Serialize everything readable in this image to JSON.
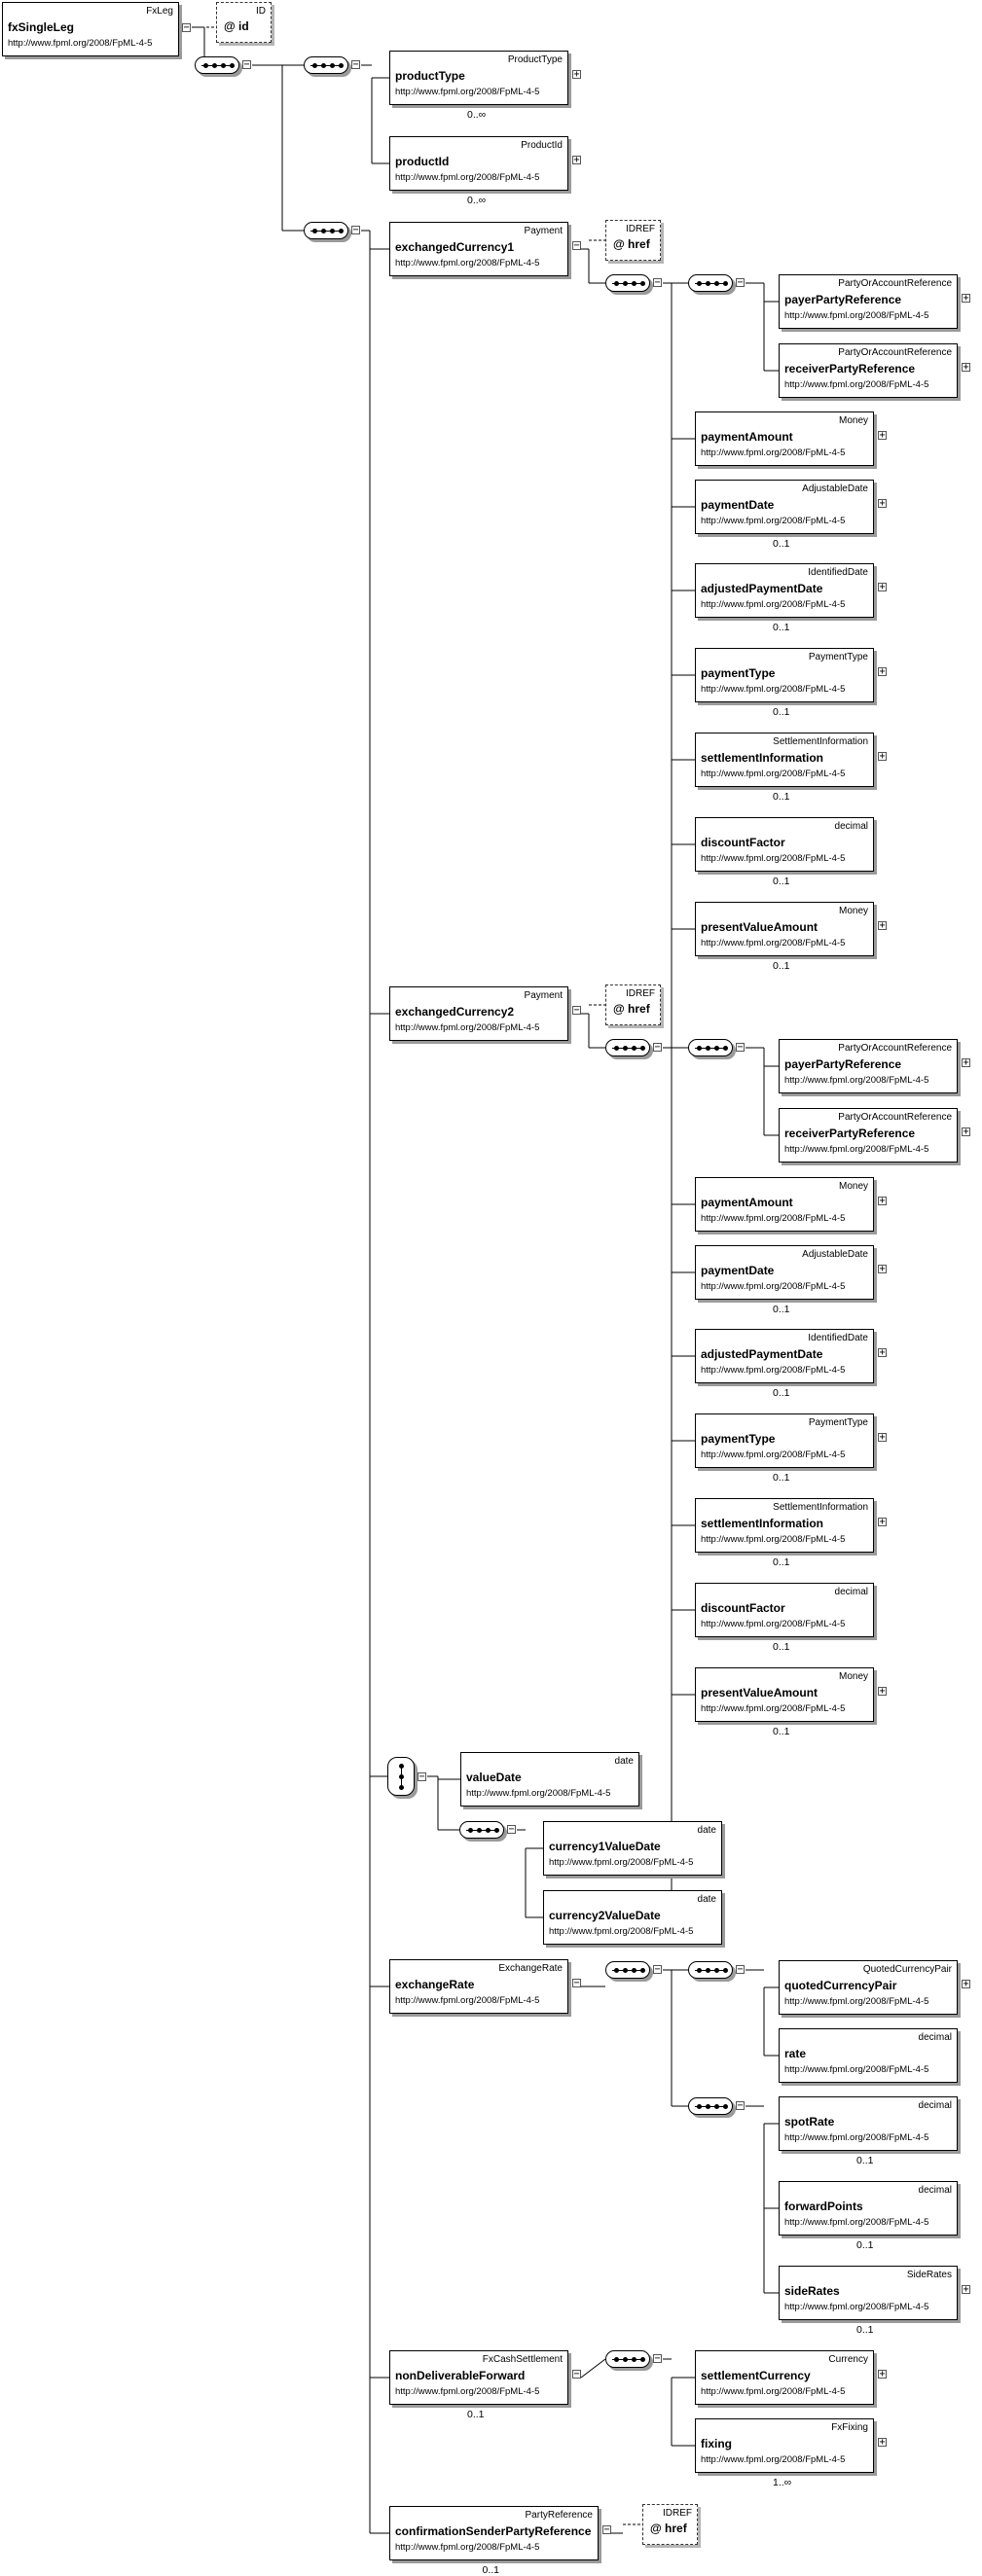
{
  "ns": "http://www.fpml.org/2008/FpML-4-5",
  "root": {
    "type": "FxLeg",
    "name": "fxSingleLeg"
  },
  "root_attr": {
    "type": "ID",
    "name": "id"
  },
  "icons": {
    "attribute": "at-sign-icon",
    "expand": "plus-box-icon",
    "collapse": "minus-box-icon",
    "sequence": "sequence-compositor-icon",
    "choice": "choice-compositor-icon"
  },
  "elements": [
    {
      "id": "productType",
      "type": "ProductType",
      "name": "productType",
      "card": "0..∞",
      "exp": true
    },
    {
      "id": "productId",
      "type": "ProductId",
      "name": "productId",
      "card": "0..∞",
      "exp": true
    },
    {
      "id": "ex1",
      "type": "Payment",
      "name": "exchangedCurrency1",
      "card": "",
      "exp": false
    },
    {
      "id": "payer1",
      "type": "PartyOrAccountReference",
      "name": "payerPartyReference",
      "card": "",
      "exp": true
    },
    {
      "id": "recv1",
      "type": "PartyOrAccountReference",
      "name": "receiverPartyReference",
      "card": "",
      "exp": true
    },
    {
      "id": "pa1",
      "type": "Money",
      "name": "paymentAmount",
      "card": "",
      "exp": true
    },
    {
      "id": "pd1",
      "type": "AdjustableDate",
      "name": "paymentDate",
      "card": "0..1",
      "exp": true
    },
    {
      "id": "apd1",
      "type": "IdentifiedDate",
      "name": "adjustedPaymentDate",
      "card": "0..1",
      "exp": true
    },
    {
      "id": "pt1",
      "type": "PaymentType",
      "name": "paymentType",
      "card": "0..1",
      "exp": true
    },
    {
      "id": "si1",
      "type": "SettlementInformation",
      "name": "settlementInformation",
      "card": "0..1",
      "exp": true
    },
    {
      "id": "df1",
      "type": "decimal",
      "name": "discountFactor",
      "card": "0..1",
      "exp": false
    },
    {
      "id": "pva1",
      "type": "Money",
      "name": "presentValueAmount",
      "card": "0..1",
      "exp": true
    },
    {
      "id": "ex2",
      "type": "Payment",
      "name": "exchangedCurrency2",
      "card": "",
      "exp": false
    },
    {
      "id": "payer2",
      "type": "PartyOrAccountReference",
      "name": "payerPartyReference",
      "card": "",
      "exp": true
    },
    {
      "id": "recv2",
      "type": "PartyOrAccountReference",
      "name": "receiverPartyReference",
      "card": "",
      "exp": true
    },
    {
      "id": "pa2",
      "type": "Money",
      "name": "paymentAmount",
      "card": "",
      "exp": true
    },
    {
      "id": "pd2",
      "type": "AdjustableDate",
      "name": "paymentDate",
      "card": "0..1",
      "exp": true
    },
    {
      "id": "apd2",
      "type": "IdentifiedDate",
      "name": "adjustedPaymentDate",
      "card": "0..1",
      "exp": true
    },
    {
      "id": "pt2",
      "type": "PaymentType",
      "name": "paymentType",
      "card": "0..1",
      "exp": true
    },
    {
      "id": "si2",
      "type": "SettlementInformation",
      "name": "settlementInformation",
      "card": "0..1",
      "exp": true
    },
    {
      "id": "df2",
      "type": "decimal",
      "name": "discountFactor",
      "card": "0..1",
      "exp": false
    },
    {
      "id": "pva2",
      "type": "Money",
      "name": "presentValueAmount",
      "card": "0..1",
      "exp": true
    },
    {
      "id": "vd",
      "type": "date",
      "name": "valueDate",
      "card": "",
      "exp": false
    },
    {
      "id": "c1vd",
      "type": "date",
      "name": "currency1ValueDate",
      "card": "",
      "exp": false
    },
    {
      "id": "c2vd",
      "type": "date",
      "name": "currency2ValueDate",
      "card": "",
      "exp": false
    },
    {
      "id": "er",
      "type": "ExchangeRate",
      "name": "exchangeRate",
      "card": "",
      "exp": false
    },
    {
      "id": "qcp",
      "type": "QuotedCurrencyPair",
      "name": "quotedCurrencyPair",
      "card": "",
      "exp": true
    },
    {
      "id": "rate",
      "type": "decimal",
      "name": "rate",
      "card": "",
      "exp": false
    },
    {
      "id": "spot",
      "type": "decimal",
      "name": "spotRate",
      "card": "0..1",
      "exp": false
    },
    {
      "id": "fwd",
      "type": "decimal",
      "name": "forwardPoints",
      "card": "0..1",
      "exp": false
    },
    {
      "id": "side",
      "type": "SideRates",
      "name": "sideRates",
      "card": "0..1",
      "exp": true
    },
    {
      "id": "ndf",
      "type": "FxCashSettlement",
      "name": "nonDeliverableForward",
      "card": "0..1",
      "exp": false
    },
    {
      "id": "sc",
      "type": "Currency",
      "name": "settlementCurrency",
      "card": "",
      "exp": true
    },
    {
      "id": "fix",
      "type": "FxFixing",
      "name": "fixing",
      "card": "1..∞",
      "exp": true
    },
    {
      "id": "csp",
      "type": "PartyReference",
      "name": "confirmationSenderPartyReference",
      "card": "0..1",
      "exp": false
    }
  ],
  "attributes": [
    {
      "id": "href1",
      "type": "IDREF",
      "name": "href"
    },
    {
      "id": "href2",
      "type": "IDREF",
      "name": "href"
    },
    {
      "id": "href3",
      "type": "IDREF",
      "name": "href"
    }
  ]
}
